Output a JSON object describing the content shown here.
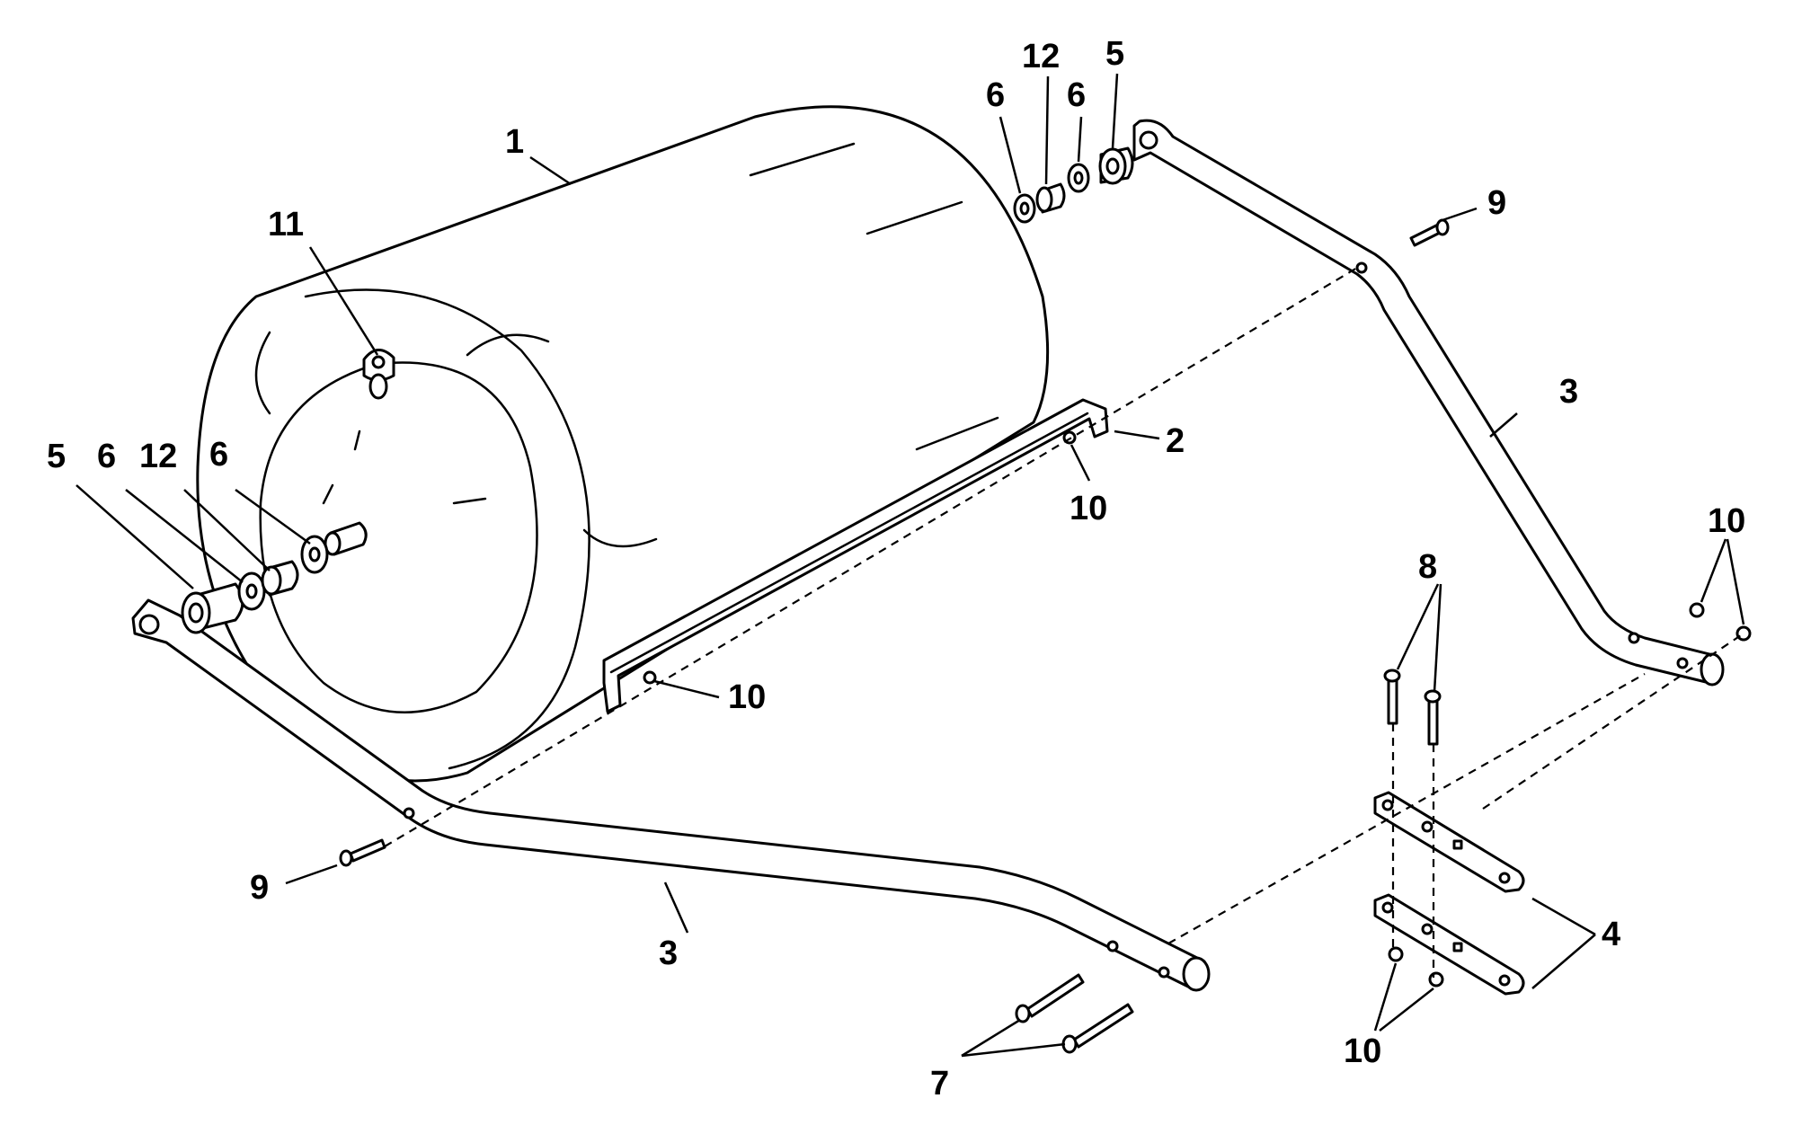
{
  "callouts": {
    "drum": "1",
    "drawbar": "2",
    "handle_right": "3",
    "handle_left": "3",
    "bracket": "4",
    "bearing_left": "5",
    "bearing_right": "5",
    "washer_left_outer": "6",
    "washer_left_inner": "6",
    "washer_right_outer": "6",
    "washer_right_inner": "6",
    "bolt_pair_front": "7",
    "bolt_pair_bracket": "8",
    "bolt_left": "9",
    "bolt_right": "9",
    "nut_drawbar_right": "10",
    "nut_drawbar_left": "10",
    "nut_pair_handle": "10",
    "nut_pair_bracket": "10",
    "fill_plug": "11",
    "spacer_left": "12",
    "spacer_right": "12"
  }
}
